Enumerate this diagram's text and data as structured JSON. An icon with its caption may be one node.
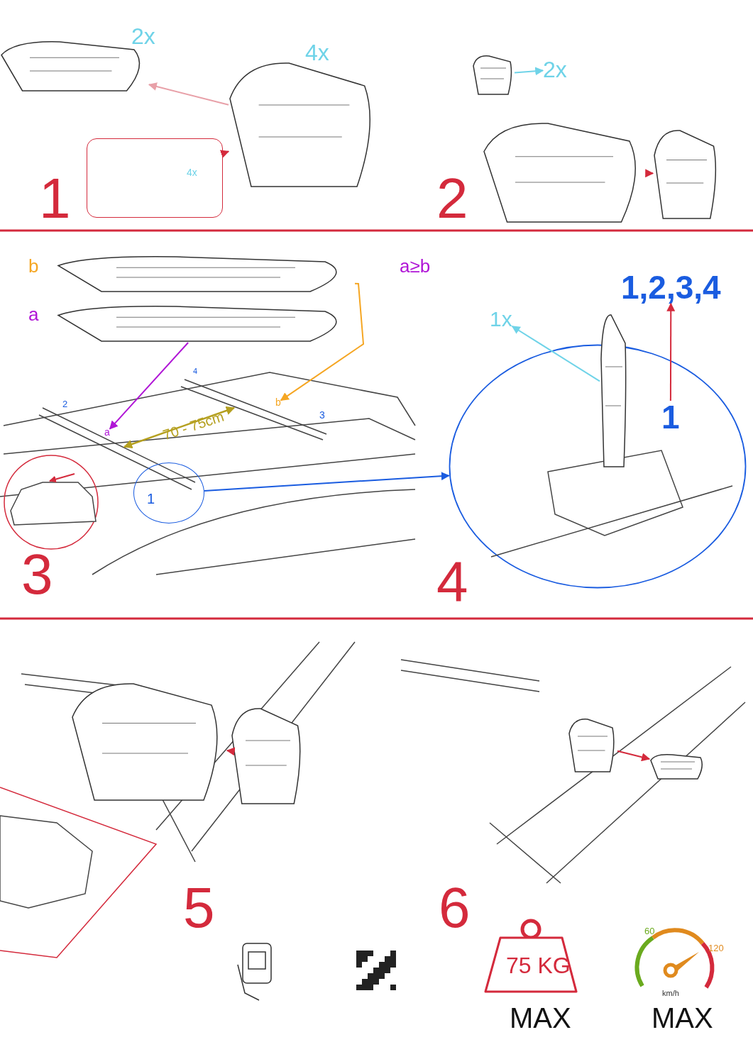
{
  "diagram": {
    "nodes": [
      {
        "text": [],
        "shape": "picture",
        "beside": [
          "2x"
        ]
      },
      {
        "text": [],
        "shape": "picture",
        "beside": [
          "4x"
        ]
      },
      {
        "text": [
          "4x"
        ]
      },
      {
        "text": [],
        "shape": "picture"
      },
      {
        "text": [
          "2x"
        ]
      },
      {
        "text": [],
        "shape": "picture"
      },
      {
        "text": [],
        "shape": "picture"
      },
      {
        "text": [],
        "shape": "picture",
        "beside": [
          "b"
        ]
      },
      {
        "text": [],
        "shape": "picture",
        "beside": [
          "a"
        ]
      },
      {
        "text": [
          "b"
        ]
      },
      {
        "text": [
          "a"
        ]
      },
      {
        "text": [
          "1"
        ]
      },
      {
        "text": [],
        "shape": "circle"
      },
      {
        "text": [
          "1x"
        ]
      },
      {
        "text": [],
        "shape": "picture"
      },
      {
        "text": [
          "1"
        ],
        "in": 12
      },
      {
        "text": [
          "1,2,3,4"
        ]
      },
      {
        "text": [],
        "shape": "picture"
      },
      {
        "text": [],
        "shape": "picture"
      },
      {
        "text": [],
        "shape": "picture"
      },
      {
        "text": [],
        "shape": "picture"
      }
    ],
    "edges": [
      {
        "from": 1,
        "to": 0,
        "arrow": "to",
        "color": "#e8a0a8"
      },
      {
        "from": 2,
        "to": 1,
        "arrow": "to"
      },
      {
        "from": 3,
        "to": 4,
        "arrow": "to",
        "color": "#6fd3e8"
      },
      {
        "from": 5,
        "to": 6,
        "arrow": "to"
      },
      {
        "from": 7,
        "to": 9,
        "arrow": "to",
        "color": "#f5a623"
      },
      {
        "from": 8,
        "to": 10,
        "arrow": "to",
        "color": "#b015d6"
      },
      {
        "from": 11,
        "to": 12,
        "arrow": "to",
        "color": "#1a5ce0"
      },
      {
        "from": 14,
        "to": 13,
        "arrow": "to",
        "color": "#6fd3e8"
      },
      {
        "from": 15,
        "to": 16,
        "arrow": "to"
      },
      {
        "from": 17,
        "to": 18,
        "arrow": "to"
      },
      {
        "from": 19,
        "to": 20,
        "arrow": "to"
      }
    ],
    "labels": [
      "1",
      "2",
      "a≥b",
      "4",
      "2",
      "3",
      "70 - 75cm",
      "3",
      "4",
      "5",
      "6",
      "75 KG",
      "MAX",
      "60",
      "120",
      "km/h",
      "MAX"
    ]
  }
}
